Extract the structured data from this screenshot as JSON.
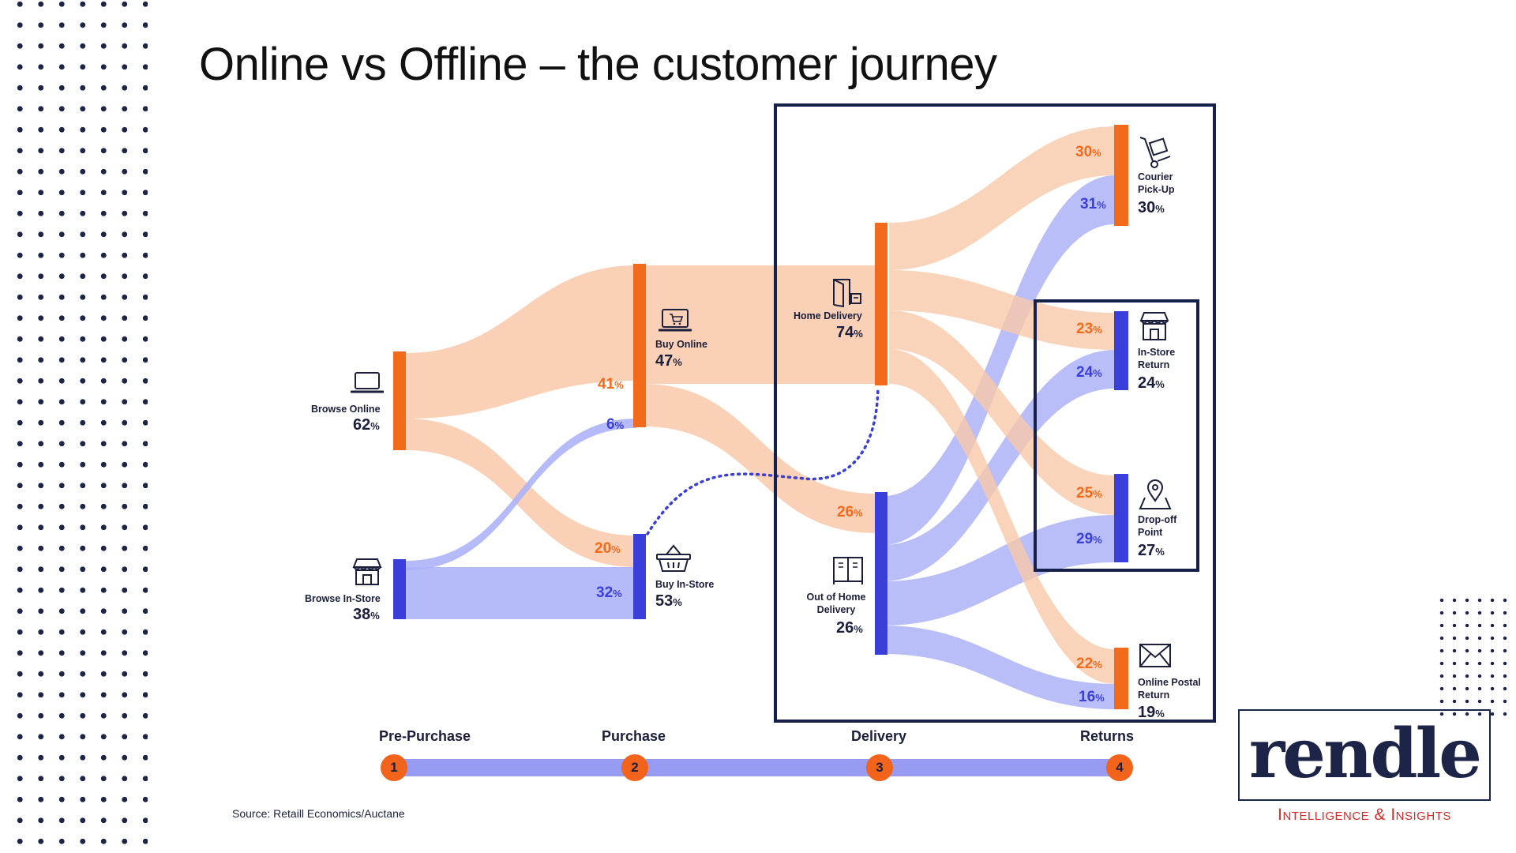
{
  "title": "Online vs Offline – the customer journey",
  "colors": {
    "online": "#f26a1b",
    "offline": "#3a3fd9",
    "online_flow": "#f9c9a9",
    "offline_flow": "#adb2f7",
    "navy": "#15214a"
  },
  "nodes": {
    "browse_online": {
      "label": "Browse Online",
      "value": "62",
      "icon": "laptop-icon"
    },
    "browse_instore": {
      "label": "Browse In-Store",
      "value": "38",
      "icon": "store-icon"
    },
    "buy_online": {
      "label": "Buy Online",
      "value": "47",
      "icon": "laptop-cart-icon"
    },
    "buy_instore": {
      "label": "Buy In-Store",
      "value": "53",
      "icon": "basket-icon"
    },
    "home_delivery": {
      "label": "Home Delivery",
      "value": "74",
      "icon": "door-icon"
    },
    "out_of_home": {
      "label": "Out of Home Delivery",
      "value": "26",
      "icon": "locker-icon"
    },
    "courier": {
      "label": "Courier Pick-Up",
      "value": "30",
      "icon": "hand-truck-icon"
    },
    "instore_return": {
      "label": "In-Store Return",
      "value": "24",
      "icon": "store-icon"
    },
    "dropoff": {
      "label": "Drop-off Point",
      "value": "27",
      "icon": "map-pin-icon"
    },
    "postal": {
      "label": "Online Postal Return",
      "value": "19",
      "icon": "envelope-icon"
    }
  },
  "flow_labels": {
    "bo_buyonline": "41",
    "bi_buyonline": "6",
    "bo_buyinstore": "20",
    "bi_buyinstore": "32",
    "online_outofhome": "26",
    "courier_online": "30",
    "courier_offline": "31",
    "instore_online": "23",
    "instore_offline": "24",
    "dropoff_online": "25",
    "dropoff_offline": "29",
    "postal_online": "22",
    "postal_offline": "16"
  },
  "percent_sign": "%",
  "stages": [
    {
      "label": "Pre-Purchase",
      "num": "1"
    },
    {
      "label": "Purchase",
      "num": "2"
    },
    {
      "label": "Delivery",
      "num": "3"
    },
    {
      "label": "Returns",
      "num": "4"
    }
  ],
  "source": "Source: Retaill Economics/Auctane",
  "logo": {
    "word": "rendle",
    "tagline": "Intelligence & Insights"
  }
}
